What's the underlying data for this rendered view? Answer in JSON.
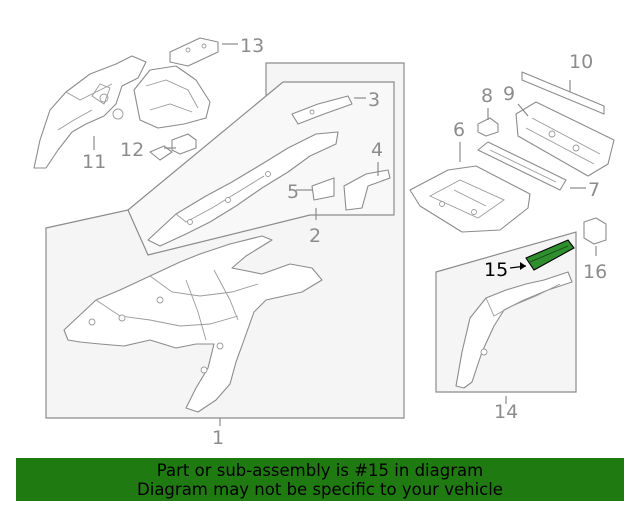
{
  "callouts": {
    "c1": "1",
    "c2": "2",
    "c3": "3",
    "c4": "4",
    "c5": "5",
    "c6": "6",
    "c7": "7",
    "c8": "8",
    "c9": "9",
    "c10": "10",
    "c11": "11",
    "c12": "12",
    "c13": "13",
    "c14": "14",
    "c15": "15",
    "c16": "16"
  },
  "highlighted_part": "15",
  "colors": {
    "banner": "#1f7a12",
    "highlight": "#2f8f2f",
    "linework": "#8c8c8c",
    "group_fill": "#f5f5f5"
  },
  "banner": {
    "line1": "Part or sub-assembly is #15 in diagram",
    "line2": "Diagram may not be specific to your vehicle"
  }
}
